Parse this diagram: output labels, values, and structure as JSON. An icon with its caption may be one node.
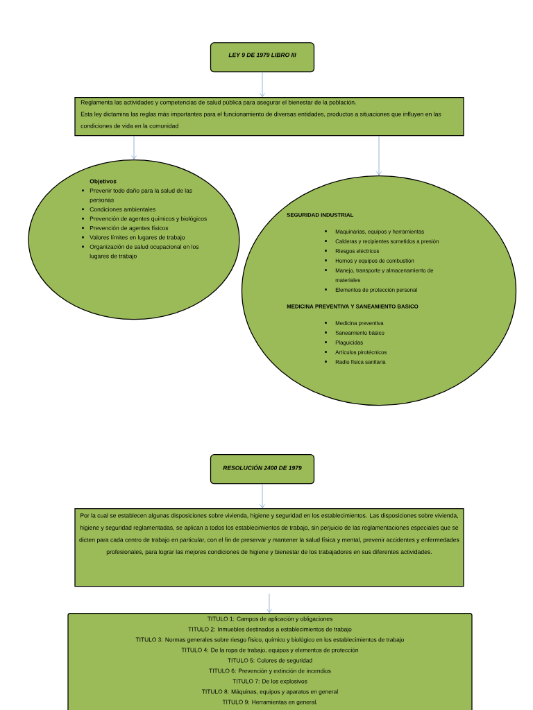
{
  "diagram": {
    "nodes": [
      {
        "text": [
          "LEY 9 DE 1979 LIBRO III"
        ]
      },
      {
        "text": [
          "Reglamenta las actividades y competencias de salud pública para asegurar el bienestar de la población.",
          "Esta ley dictamina las reglas más importantes para el funcionamiento de diversas entidades, productos a situaciones que influyen en las condiciones de vida en la comunidad"
        ]
      },
      {
        "text": [
          "Objetivos",
          "Prevenir todo daño para la salud de las personas",
          "Condiciones ambientales",
          "Prevención de agentes químicos y biológicos",
          "Prevención de agentes físicos",
          "Valores límites en lugares de trabajo",
          "Organización de salud ocupacional en los lugares de trabajo"
        ]
      },
      {
        "text": [
          "SEGURIDAD INDUSTRIAL",
          "Maquinarias, equipos y herramientas",
          "Calderas y recipientes sometidos a presión",
          "Riesgos eléctricos",
          "Hornos y equipos de combustión",
          "Manejo, transporte y almacenamiento de materiales",
          "Elementos de protección personal",
          "MEDICINA PREVENTIVA Y SANEAMIENTO BASICO",
          "Medicina preventiva",
          "Saneamiento básico",
          "Plaguicidas",
          "Artículos pirotécnicos",
          "Radio física sanitaria"
        ]
      },
      {
        "text": [
          "RESOLUCIÓN 2400 DE 1979"
        ]
      },
      {
        "text": [
          "Por la cual se establecen algunas disposiciones sobre vivienda, higiene y seguridad en los establecimientos. Las disposiciones sobre vivienda, higiene y seguridad reglamentadas, se aplican a todos los establecimientos de trabajo, sin perjuicio de las reglamentaciones especiales que se dicten para cada centro de trabajo en particular, con el fin de preservar y mantener la salud física y mental, prevenir accidentes y enfermedades profesionales, para lograr las mejores condiciones de higiene y bienestar de los trabajadores en sus diferentes actividades."
        ]
      },
      {
        "text": [
          "TITULO 1: Campos de aplicación y obligaciones",
          "TITULO 2: Inmuebles destinados a establecimientos de trabajo",
          "TITULO 3: Normas generales sobre riesgo físico, químico y biológico en los establecimientos de trabajo",
          "TITULO 4: De la ropa de trabajo, equipos y elementos de protección",
          "TITULO 5: Colores de seguridad",
          "TITULO 6: Prevención y extinción de incendios",
          "TITULO 7: De los explosivos",
          "TITULO 8: Máquinas, equipos y aparatos en general",
          "TITULO 9: Herramientas en general."
        ]
      }
    ],
    "edges": [
      {
        "from": 0,
        "to": 1,
        "arrow": "to"
      },
      {
        "from": 1,
        "to": 2,
        "arrow": "to"
      },
      {
        "from": 1,
        "to": 3,
        "arrow": "to"
      },
      {
        "from": 4,
        "to": 5,
        "arrow": "to"
      },
      {
        "from": 5,
        "to": 6,
        "arrow": "to"
      }
    ]
  }
}
